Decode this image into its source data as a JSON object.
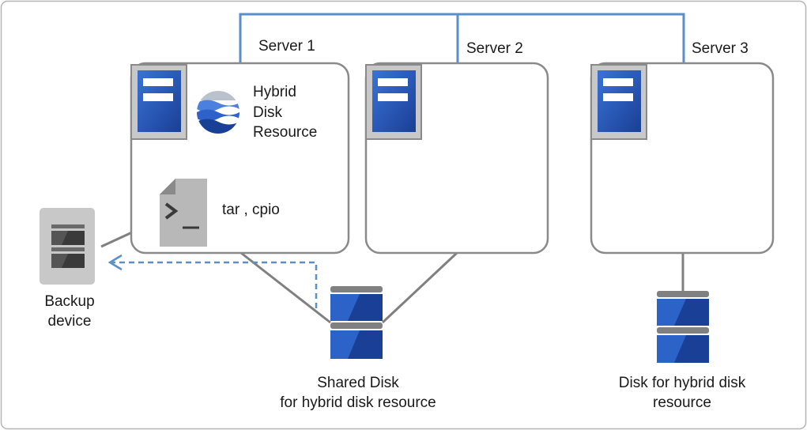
{
  "servers": [
    {
      "name": "Server 1"
    },
    {
      "name": "Server 2"
    },
    {
      "name": "Server 3"
    }
  ],
  "hybrid_disk_resource": {
    "line1": "Hybrid",
    "line2": "Disk",
    "line3": "Resource"
  },
  "backup_command": {
    "label": "tar , cpio"
  },
  "backup_device": {
    "line1": "Backup",
    "line2": "device"
  },
  "shared_disk": {
    "line1": "Shared Disk",
    "line2": "for hybrid disk resource"
  },
  "disk3": {
    "line1": "Disk for hybrid disk",
    "line2": "resource"
  },
  "colors": {
    "network": "#5b8fc7",
    "server_border": "#8a8a8a",
    "disk_blue": "#2c63c9",
    "disk_dark": "#1a3f96",
    "cable": "#808080",
    "dashed_arrow": "#5b8fc7"
  }
}
